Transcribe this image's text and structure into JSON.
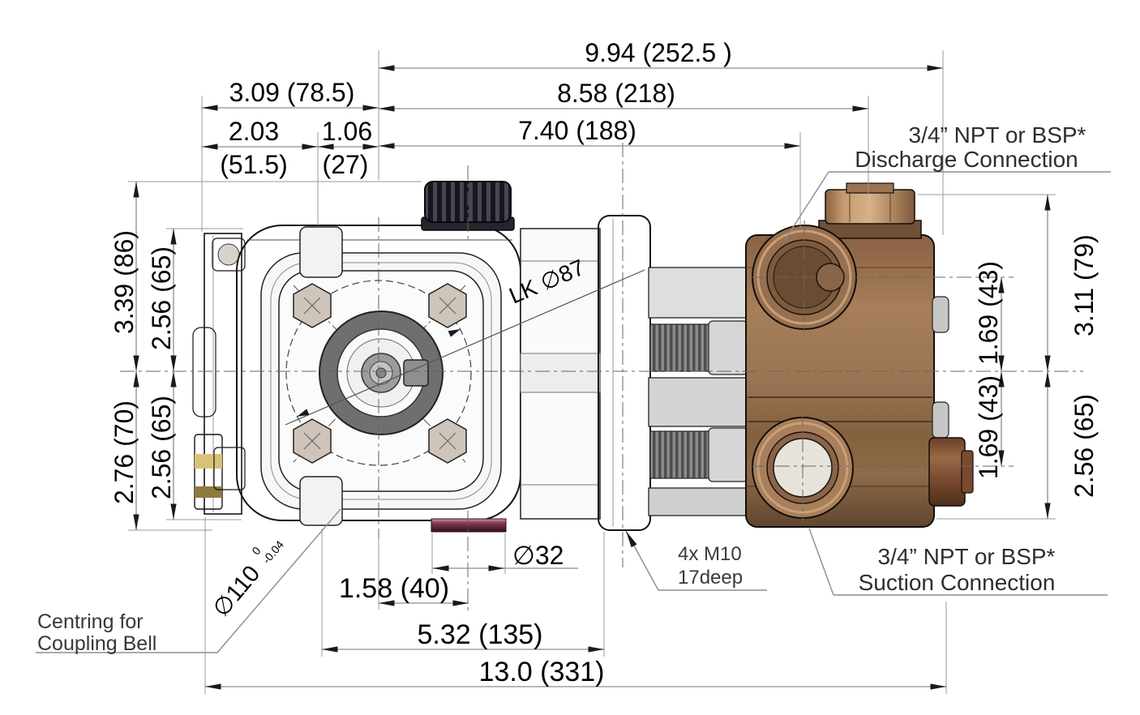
{
  "dims": {
    "d994": "9.94 (252.5 )",
    "d858": "8.58 (218)",
    "d740": "7.40 (188)",
    "d309": "3.09 (78.5)",
    "d203": "2.03",
    "d203mm": "(51.5)",
    "d106": "1.06",
    "d106mm": "(27)",
    "d339": "3.39 (86)",
    "d256tl": "2.56 (65)",
    "d276": "2.76 (70)",
    "d256bl": "2.56 (65)",
    "d311": "3.11 (79)",
    "d169t": "1.69 (43)",
    "d169b": "1.69 (43)",
    "d256br": "2.56 (65)",
    "d32": "∅32",
    "d158": "1.58 (40)",
    "d532": "5.32 (135)",
    "d130": "13.0 (331)",
    "lk87": "LK ∅87",
    "d110": "∅110",
    "d110_tol_top": "0",
    "d110_tol_bottom": "-0.04"
  },
  "labels": {
    "discharge1": "3/4” NPT or BSP*",
    "discharge2": "Discharge Connection",
    "suction1": "3/4” NPT or BSP*",
    "suction2": "Suction Connection",
    "m10_1": "4x M10",
    "m10_2": "17deep",
    "centring1": "Centring for",
    "centring2": "Coupling Bell"
  },
  "colors": {
    "head_bronze": "#96704f",
    "head_bronze_light": "#c59c72",
    "head_bronze_dark": "#6e5138",
    "brass_fitting": "#b39a52",
    "maroon_gauge": "#7c2f47",
    "dim_line": "#8d8d8d",
    "outline": "#141414",
    "cap_dark": "#25252b"
  }
}
